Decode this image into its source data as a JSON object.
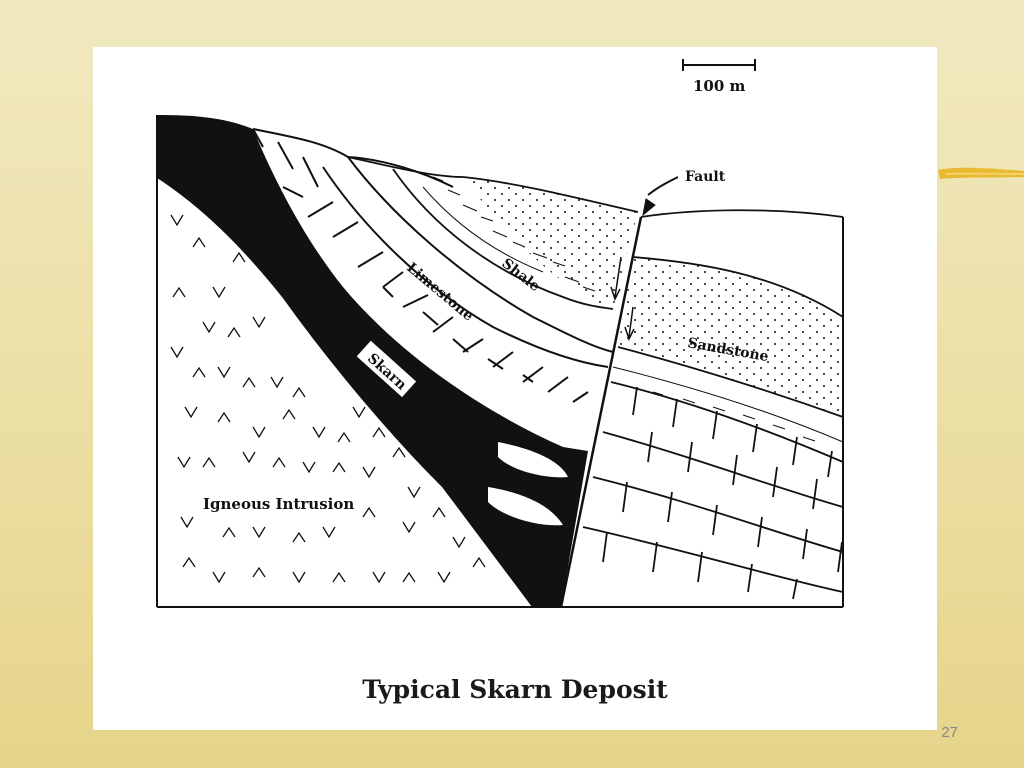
{
  "slide": {
    "caption": "Typical Skarn Deposit",
    "page_number": "27"
  },
  "scale": {
    "label": "100 m"
  },
  "labels": {
    "fault": "Fault",
    "shale": "Shale",
    "limestone": "Limestone",
    "skarn": "Skarn",
    "sandstone": "Sandstone",
    "igneous": "Igneous Intrusion"
  },
  "colors": {
    "background": "#ece0a6",
    "accent_stroke": "#e8b62a",
    "ink": "#111111"
  }
}
